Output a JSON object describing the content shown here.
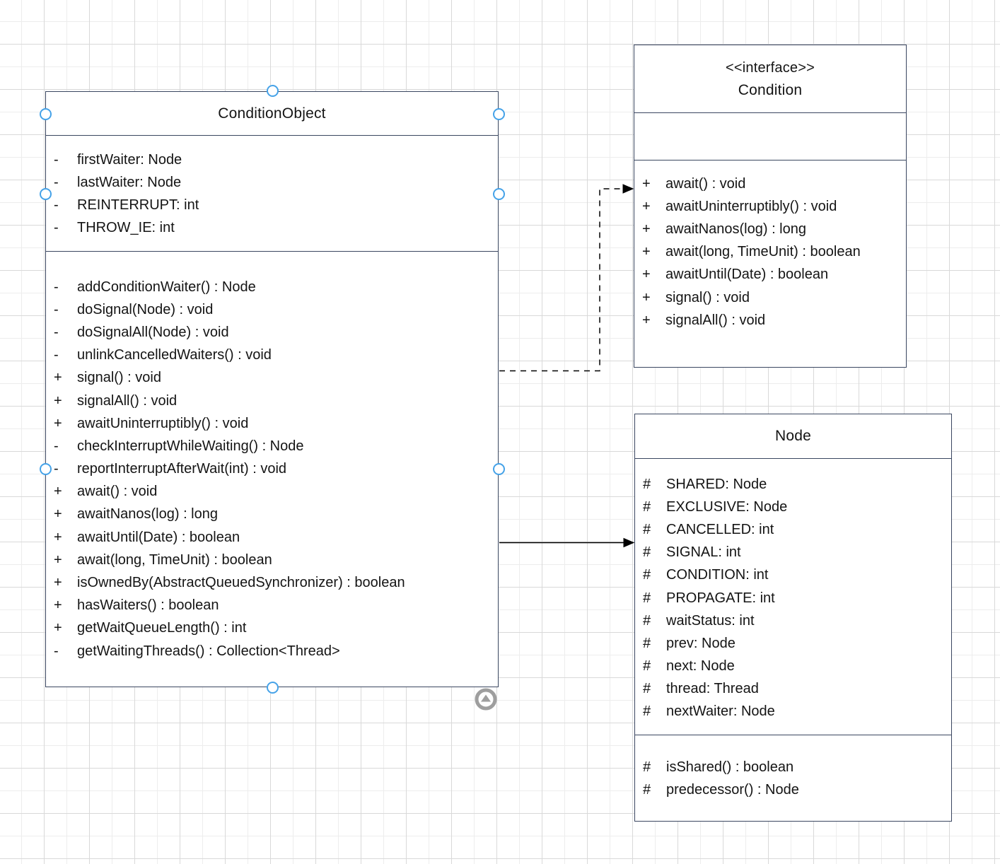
{
  "diagram": {
    "kind": "uml-class-diagram",
    "colors": {
      "box_border": "#3a4660",
      "box_fill": "#ffffff",
      "text": "#141414",
      "grid_minor": "#ededed",
      "grid_major": "#d9d9d9",
      "connector": "#000000",
      "selection_handle": "#45a2e8",
      "collapse_button": "#9e9e9e"
    },
    "connectors": [
      {
        "name": "dependency-conditionobject-to-condition",
        "style": "dashed",
        "arrow": "filled"
      },
      {
        "name": "association-conditionobject-to-node",
        "style": "solid",
        "arrow": "filled"
      }
    ],
    "classes": [
      {
        "id": "condition_object",
        "stereotype": "",
        "name": "ConditionObject",
        "attributes": [
          {
            "visibility": "-",
            "text": "firstWaiter: Node"
          },
          {
            "visibility": "-",
            "text": "lastWaiter: Node"
          },
          {
            "visibility": "-",
            "text": "REINTERRUPT: int"
          },
          {
            "visibility": "-",
            "text": "THROW_IE: int"
          }
        ],
        "methods": [
          {
            "visibility": "-",
            "text": "addConditionWaiter() : Node"
          },
          {
            "visibility": "-",
            "text": "doSignal(Node) : void"
          },
          {
            "visibility": "-",
            "text": "doSignalAll(Node) : void"
          },
          {
            "visibility": "-",
            "text": "unlinkCancelledWaiters() : void"
          },
          {
            "visibility": "+",
            "text": "signal() : void"
          },
          {
            "visibility": "+",
            "text": "signalAll() : void"
          },
          {
            "visibility": "+",
            "text": "awaitUninterruptibly() : void"
          },
          {
            "visibility": "-",
            "text": "checkInterruptWhileWaiting() : Node"
          },
          {
            "visibility": "-",
            "text": "reportInterruptAfterWait(int) : void"
          },
          {
            "visibility": "+",
            "text": "await() : void"
          },
          {
            "visibility": "+",
            "text": "awaitNanos(log) : long"
          },
          {
            "visibility": "+",
            "text": "awaitUntil(Date) : boolean"
          },
          {
            "visibility": "+",
            "text": "await(long, TimeUnit) : boolean"
          },
          {
            "visibility": "+",
            "text": "isOwnedBy(AbstractQueuedSynchronizer) : boolean"
          },
          {
            "visibility": "+",
            "text": "hasWaiters() : boolean"
          },
          {
            "visibility": "+",
            "text": "getWaitQueueLength() : int"
          },
          {
            "visibility": "-",
            "text": "getWaitingThreads() : Collection<Thread>"
          }
        ]
      },
      {
        "id": "condition",
        "stereotype": "<<interface>>",
        "name": "Condition",
        "attributes": [],
        "methods": [
          {
            "visibility": "+",
            "text": "await() : void"
          },
          {
            "visibility": "+",
            "text": "awaitUninterruptibly() : void"
          },
          {
            "visibility": "+",
            "text": "awaitNanos(log) : long"
          },
          {
            "visibility": "+",
            "text": "await(long, TimeUnit) : boolean"
          },
          {
            "visibility": "+",
            "text": "awaitUntil(Date) : boolean"
          },
          {
            "visibility": "+",
            "text": "signal() : void"
          },
          {
            "visibility": "+",
            "text": "signalAll() : void"
          }
        ]
      },
      {
        "id": "node",
        "stereotype": "",
        "name": "Node",
        "attributes": [
          {
            "visibility": "#",
            "text": "SHARED: Node"
          },
          {
            "visibility": "#",
            "text": "EXCLUSIVE: Node"
          },
          {
            "visibility": "#",
            "text": "CANCELLED: int"
          },
          {
            "visibility": "#",
            "text": "SIGNAL: int"
          },
          {
            "visibility": "#",
            "text": "CONDITION: int"
          },
          {
            "visibility": "#",
            "text": "PROPAGATE: int"
          },
          {
            "visibility": "#",
            "text": "waitStatus: int"
          },
          {
            "visibility": "#",
            "text": "prev: Node"
          },
          {
            "visibility": "#",
            "text": "next: Node"
          },
          {
            "visibility": "#",
            "text": "thread: Thread"
          },
          {
            "visibility": "#",
            "text": "nextWaiter: Node"
          }
        ],
        "methods": [
          {
            "visibility": "#",
            "text": "isShared() : boolean"
          },
          {
            "visibility": "#",
            "text": "predecessor() : Node"
          }
        ]
      }
    ]
  }
}
